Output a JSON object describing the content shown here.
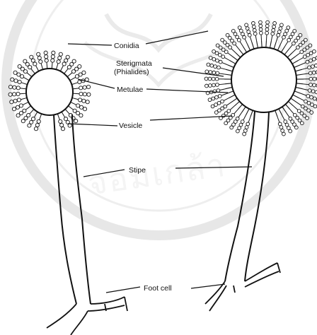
{
  "labels": {
    "conidia": "Conidia",
    "sterigmata": "Sterigmata",
    "phialides": "(Phialides)",
    "metulae": "Metulae",
    "vesicle": "Vesicle",
    "stipe": "Stipe",
    "foot_cell": "Foot cell"
  },
  "watermark_text": "จอมเกล้า",
  "colors": {
    "ink": "#111111",
    "watermark": "#c9c9c9",
    "background": "#ffffff"
  }
}
